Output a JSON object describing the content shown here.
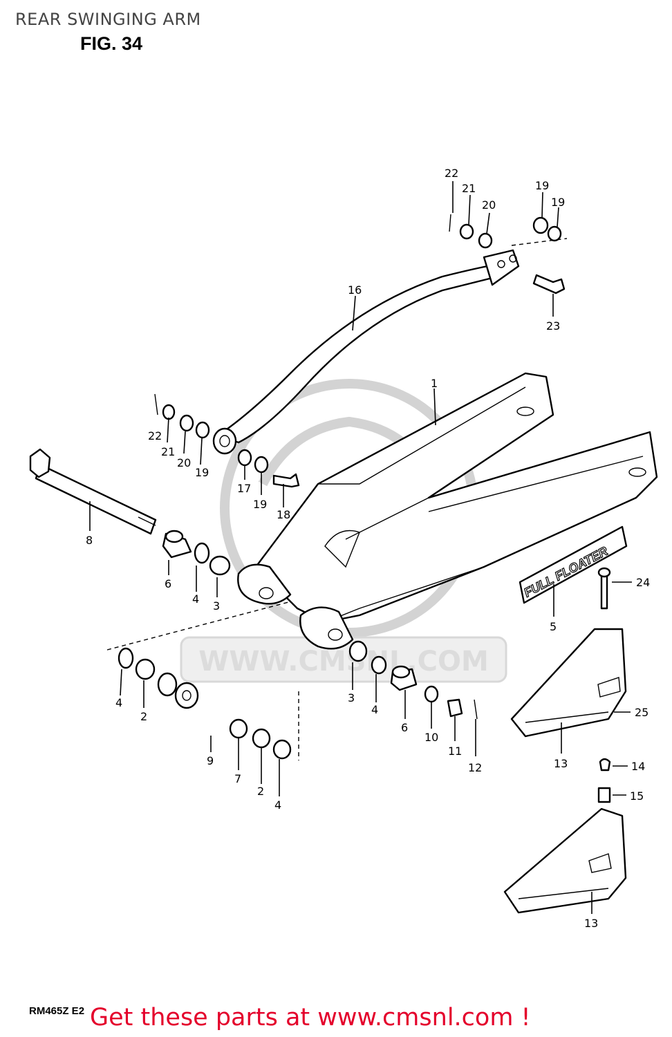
{
  "header": {
    "title": "REAR SWINGING ARM",
    "figure": "FIG. 34"
  },
  "model_code": "RM465Z E2",
  "footer": {
    "link_text": "Get these parts at www.cmsnl.com !"
  },
  "watermark": {
    "text": "WWW.CMSNL.COM",
    "color": "#d3d3d3"
  },
  "badge": {
    "text": "FULL FLOATER"
  },
  "colors": {
    "footer_text": "#e4002b",
    "title_text": "#444444",
    "line_art": "#000000"
  },
  "callouts": [
    {
      "id": "c-22-top",
      "label": "22"
    },
    {
      "id": "c-21-top",
      "label": "21"
    },
    {
      "id": "c-20-top",
      "label": "20"
    },
    {
      "id": "c-19-top-a",
      "label": "19"
    },
    {
      "id": "c-19-top-b",
      "label": "19"
    },
    {
      "id": "c-16",
      "label": "16"
    },
    {
      "id": "c-23",
      "label": "23"
    },
    {
      "id": "c-1",
      "label": "1"
    },
    {
      "id": "c-22-mid",
      "label": "22"
    },
    {
      "id": "c-21-mid",
      "label": "21"
    },
    {
      "id": "c-20-mid",
      "label": "20"
    },
    {
      "id": "c-19-mid",
      "label": "19"
    },
    {
      "id": "c-17",
      "label": "17"
    },
    {
      "id": "c-19-mid-b",
      "label": "19"
    },
    {
      "id": "c-18",
      "label": "18"
    },
    {
      "id": "c-8",
      "label": "8"
    },
    {
      "id": "c-6-left",
      "label": "6"
    },
    {
      "id": "c-4-left",
      "label": "4"
    },
    {
      "id": "c-3-left",
      "label": "3"
    },
    {
      "id": "c-24",
      "label": "24"
    },
    {
      "id": "c-5",
      "label": "5"
    },
    {
      "id": "c-4-low",
      "label": "4"
    },
    {
      "id": "c-2-low",
      "label": "2"
    },
    {
      "id": "c-9",
      "label": "9"
    },
    {
      "id": "c-7",
      "label": "7"
    },
    {
      "id": "c-2-bottom",
      "label": "2"
    },
    {
      "id": "c-4-bottom",
      "label": "4"
    },
    {
      "id": "c-3-right",
      "label": "3"
    },
    {
      "id": "c-4-right",
      "label": "4"
    },
    {
      "id": "c-6-right",
      "label": "6"
    },
    {
      "id": "c-10",
      "label": "10"
    },
    {
      "id": "c-11",
      "label": "11"
    },
    {
      "id": "c-12",
      "label": "12"
    },
    {
      "id": "c-13-a",
      "label": "13"
    },
    {
      "id": "c-25",
      "label": "25"
    },
    {
      "id": "c-14",
      "label": "14"
    },
    {
      "id": "c-15",
      "label": "15"
    },
    {
      "id": "c-13-b",
      "label": "13"
    }
  ]
}
